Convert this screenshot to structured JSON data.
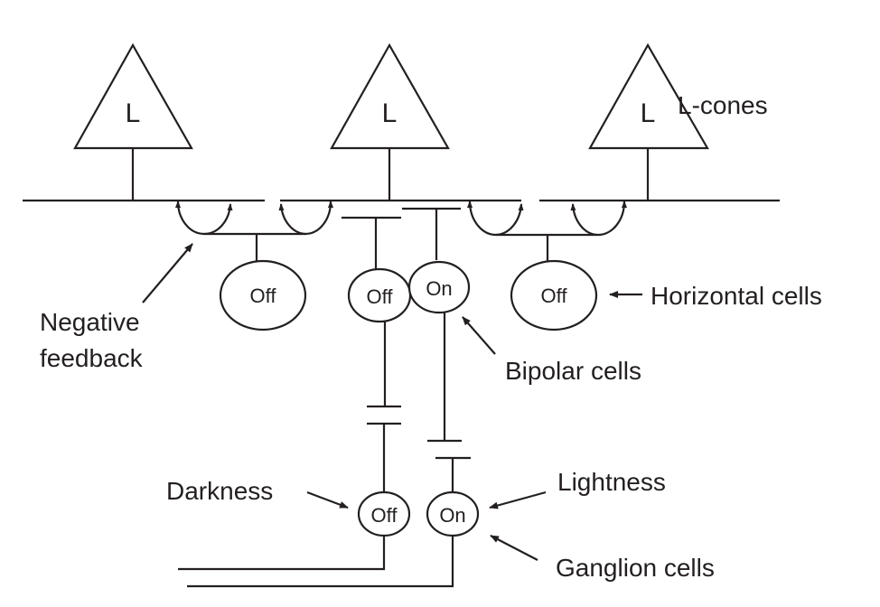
{
  "diagram": {
    "title": "L-cone retinal circuit with horizontal, bipolar and ganglion cells",
    "stroke_color": "#231f20",
    "background_color": "#ffffff",
    "cones": [
      {
        "letter": "L"
      },
      {
        "letter": "L"
      },
      {
        "letter": "L"
      }
    ],
    "horizontal_cells": [
      {
        "label": "Off"
      },
      {
        "label": "Off"
      }
    ],
    "bipolar_cells": [
      {
        "label": "Off"
      },
      {
        "label": "On"
      }
    ],
    "ganglion_cells": [
      {
        "label": "Off"
      },
      {
        "label": "On"
      }
    ],
    "labels": {
      "l_cones": "L-cones",
      "horizontal_cells": "Horizontal cells",
      "negative_feedback_line1": "Negative",
      "negative_feedback_line2": "feedback",
      "bipolar_cells": "Bipolar cells",
      "darkness": "Darkness",
      "lightness": "Lightness",
      "ganglion_cells": "Ganglion cells"
    }
  }
}
